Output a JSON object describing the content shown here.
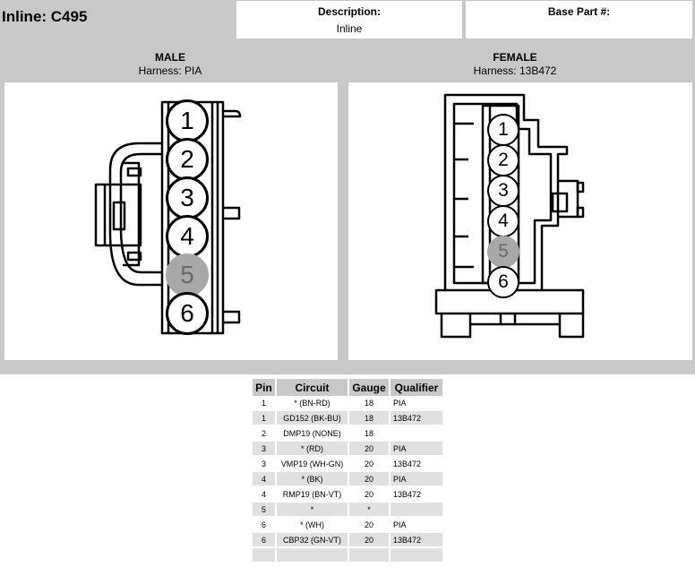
{
  "header": {
    "title": "Inline: C495",
    "description_label": "Description:",
    "description_value": "Inline",
    "base_part_label": "Base Part #:",
    "base_part_value": ""
  },
  "male": {
    "title": "MALE",
    "harness": "Harness: PIA",
    "pins": [
      "1",
      "2",
      "3",
      "4",
      "5",
      "6"
    ]
  },
  "female": {
    "title": "FEMALE",
    "harness": "Harness: 13B472",
    "pins": [
      "1",
      "2",
      "3",
      "4",
      "5",
      "6"
    ]
  },
  "table": {
    "headers": [
      "Pin",
      "Circuit",
      "Gauge",
      "Qualifier"
    ],
    "rows": [
      [
        "1",
        "* (BN-RD)",
        "18",
        "PIA"
      ],
      [
        "1",
        "GD152 (BK-BU)",
        "18",
        "13B472"
      ],
      [
        "2",
        "DMP19 (NONE)",
        "18",
        ""
      ],
      [
        "3",
        "* (RD)",
        "20",
        "PIA"
      ],
      [
        "3",
        "VMP19 (WH-GN)",
        "20",
        "13B472"
      ],
      [
        "4",
        "* (BK)",
        "20",
        "PIA"
      ],
      [
        "4",
        "RMP19 (BN-VT)",
        "20",
        "13B472"
      ],
      [
        "5",
        "*",
        "*",
        ""
      ],
      [
        "6",
        "* (WH)",
        "20",
        "PIA"
      ],
      [
        "6",
        "CBP32 (GN-VT)",
        "20",
        "13B472"
      ],
      [
        "",
        "",
        "",
        ""
      ]
    ]
  }
}
